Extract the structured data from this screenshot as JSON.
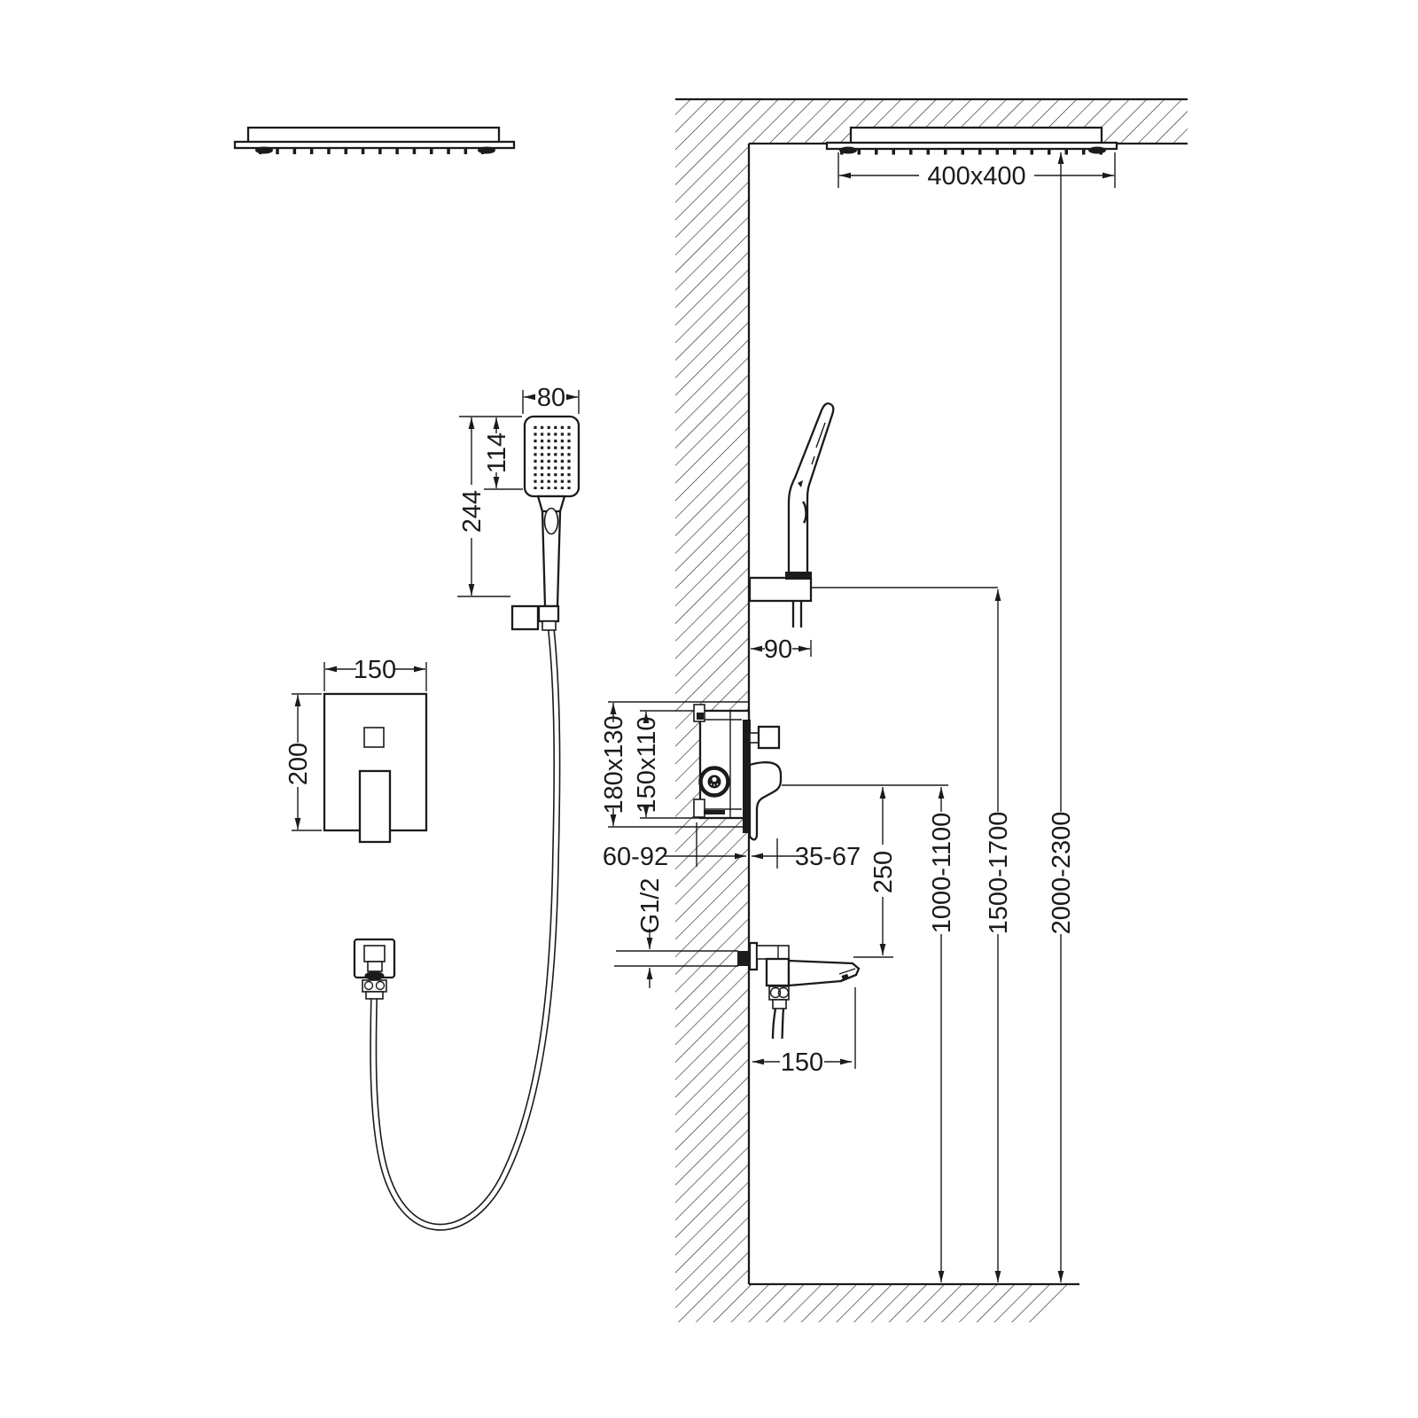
{
  "diagram": {
    "type": "shower-system-installation-drawing",
    "colors": {
      "line": "#1b1b1b",
      "background": "#ffffff"
    },
    "labels": {
      "ceiling_head_size": "400x400",
      "hand_shower_width": "80",
      "hand_shower_face_height": "114",
      "hand_shower_length": "244",
      "trim_plate_width": "150",
      "trim_plate_height": "200",
      "holder_projection": "90",
      "rough_in_box_outer": "180x130",
      "rough_in_box_inner": "150x110",
      "embed_depth_range": "60-92",
      "projection_range": "35-67",
      "spout_thread": "G1/2",
      "spout_to_mixer_height": "250",
      "spout_reach": "150",
      "mixer_height_range": "1000-1100",
      "holder_height_range": "1500-1700",
      "ceiling_head_height_range": "2000-2300"
    }
  }
}
